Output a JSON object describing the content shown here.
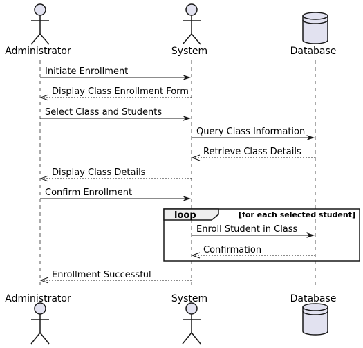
{
  "participants": {
    "administrator": "Administrator",
    "system": "System",
    "database": "Database"
  },
  "messages": [
    {
      "from": "administrator",
      "to": "system",
      "label": "Initiate Enrollment",
      "kind": "sync"
    },
    {
      "from": "system",
      "to": "administrator",
      "label": "Display Class Enrollment Form",
      "kind": "return"
    },
    {
      "from": "administrator",
      "to": "system",
      "label": "Select Class and Students",
      "kind": "sync"
    },
    {
      "from": "system",
      "to": "database",
      "label": "Query Class Information",
      "kind": "sync"
    },
    {
      "from": "database",
      "to": "system",
      "label": "Retrieve Class Details",
      "kind": "return"
    },
    {
      "from": "system",
      "to": "administrator",
      "label": "Display Class Details",
      "kind": "return"
    },
    {
      "from": "administrator",
      "to": "system",
      "label": "Confirm Enrollment",
      "kind": "sync"
    },
    {
      "from": "system",
      "to": "database",
      "label": "Enroll Student in Class",
      "kind": "sync"
    },
    {
      "from": "database",
      "to": "system",
      "label": "Confirmation",
      "kind": "return"
    },
    {
      "from": "system",
      "to": "administrator",
      "label": "Enrollment Successful",
      "kind": "return"
    }
  ],
  "loop": {
    "keyword": "loop",
    "condition": "[for each selected student]"
  },
  "colors": {
    "participant_fill": "#e2e2f0",
    "line": "#181818",
    "lifeline": "#555555",
    "loop_tab": "#eeeeee"
  }
}
